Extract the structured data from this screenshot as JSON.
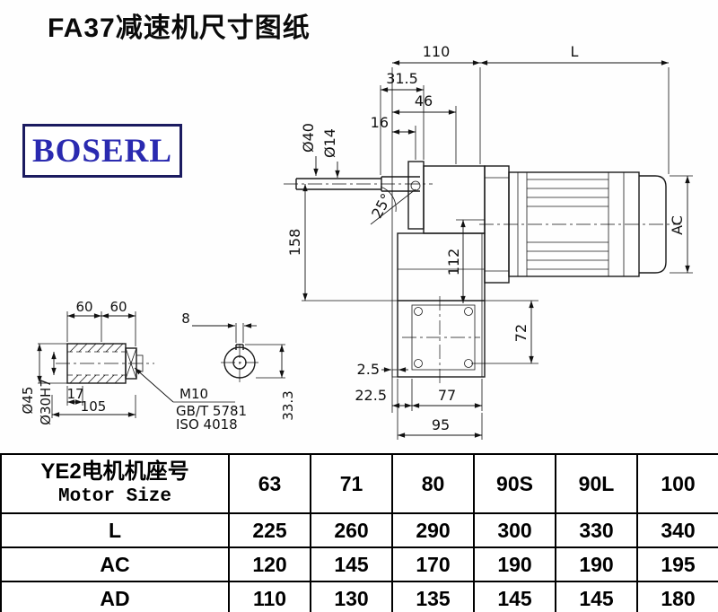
{
  "title": "FA37减速机尺寸图纸",
  "logo": "BOSERL",
  "colors": {
    "logo_blue": "#2a2ab0",
    "logo_border": "#1b1b60",
    "line": "#1a1a1a"
  },
  "drawing": {
    "dims": {
      "d110": "110",
      "dL": "L",
      "d31_5": "31.5",
      "d46": "46",
      "d16": "16",
      "dia40": "Ø40",
      "dia14": "Ø14",
      "angle25": "25°",
      "d158": "158",
      "d112": "112",
      "dAC": "AC",
      "d72": "72",
      "d2_5": "2.5",
      "d22_5": "22.5",
      "d77": "77",
      "d95": "95"
    },
    "detail": {
      "d60a": "60",
      "d60b": "60",
      "d8": "8",
      "dia45": "Ø45",
      "dia30h7": "Ø30H7",
      "d17": "17",
      "d105": "105",
      "m10": "M10",
      "gbt5781": "GB/T 5781",
      "iso4018": "ISO 4018",
      "d33_3": "33.3"
    }
  },
  "table": {
    "header": {
      "line1": "YE2电机机座号",
      "line2": "Motor Size",
      "cols": [
        "63",
        "71",
        "80",
        "90S",
        "90L",
        "100"
      ]
    },
    "rows": [
      {
        "label": "L",
        "values": [
          "225",
          "260",
          "290",
          "300",
          "330",
          "340"
        ]
      },
      {
        "label": "AC",
        "values": [
          "120",
          "145",
          "170",
          "190",
          "190",
          "195"
        ]
      },
      {
        "label": "AD",
        "values": [
          "110",
          "130",
          "135",
          "145",
          "145",
          "180"
        ]
      }
    ]
  }
}
